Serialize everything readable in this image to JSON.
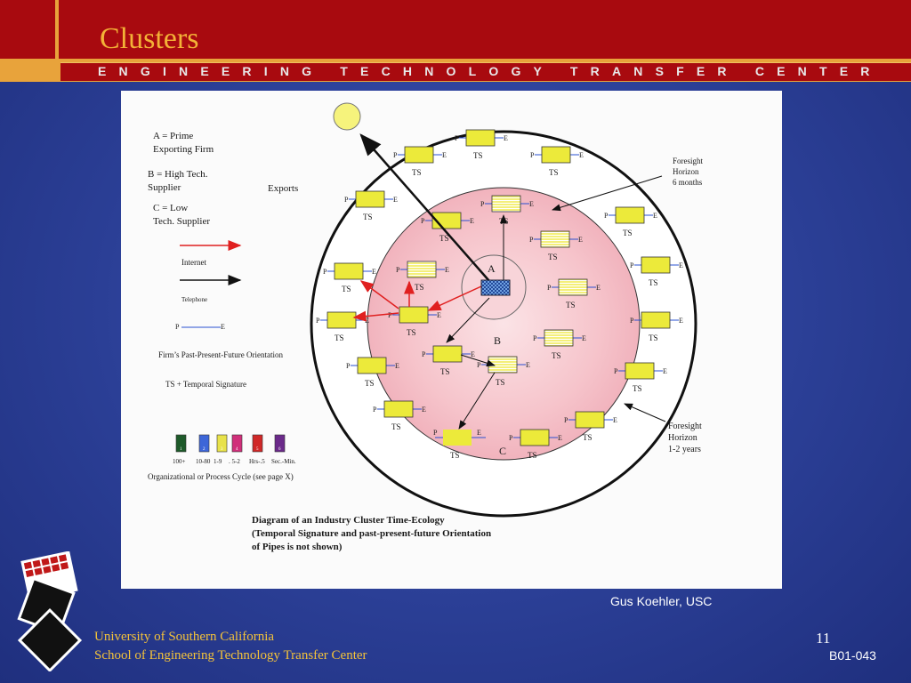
{
  "header": {
    "title": "Clusters",
    "tagline": "ENGINEERING TECHNOLOGY TRANSFER CENTER"
  },
  "legend": {
    "a_line1": "A = Prime",
    "a_line2": "Exporting Firm",
    "b_line1": "B = High Tech.",
    "b_line2": "Supplier",
    "c_line1": "C = Low",
    "c_line2": "Tech. Supplier",
    "internet": "Internet",
    "telephone": "Telephone",
    "pipe_p": "P",
    "pipe_e": "E",
    "orientation": "Firm’s Past-Present-Future Orientation",
    "ts_signature": "TS + Temporal Signature",
    "cycle_labels": [
      "100+",
      "10-80",
      "1-9",
      ". 5-2",
      "Hrs-.5",
      "Sec.-Min."
    ],
    "cycle_colors": [
      "#1e5a2a",
      "#3d66d8",
      "#e8e24a",
      "#d0307a",
      "#d02828",
      "#6b2a8a"
    ],
    "cycle_numbers": [
      "1",
      "2",
      "3",
      "4",
      "5",
      "6"
    ],
    "cycle_caption": "Organizational or Process Cycle (see page X)"
  },
  "diagram": {
    "exports": "Exports",
    "foresight_6_line1": "Foresight",
    "foresight_6_line2": "Horizon",
    "foresight_6_line3": "6 months",
    "foresight_12_line1": "Foresight",
    "foresight_12_line2": "Horizon",
    "foresight_12_line3": "1-2 years",
    "label_a": "A",
    "label_b": "B",
    "label_c": "C",
    "ts": "TS",
    "p": "P",
    "e": "E",
    "caption_line1": "Diagram of an Industry Cluster Time-Ecology",
    "caption_line2": "(Temporal Signature and past-present-future Orientation",
    "caption_line3": "of Pipes is not shown)"
  },
  "footer": {
    "credit": "Gus Koehler, USC",
    "line1": "University of Southern California",
    "line2": "School of Engineering Technology Transfer Center",
    "page_number": "11",
    "doc_code": "B01-043"
  },
  "colors": {
    "header_red": "#a80a0f",
    "accent_gold": "#e8a33b",
    "firm_yellow": "#ecea3a",
    "zone_pink": "#f6c9cf"
  }
}
